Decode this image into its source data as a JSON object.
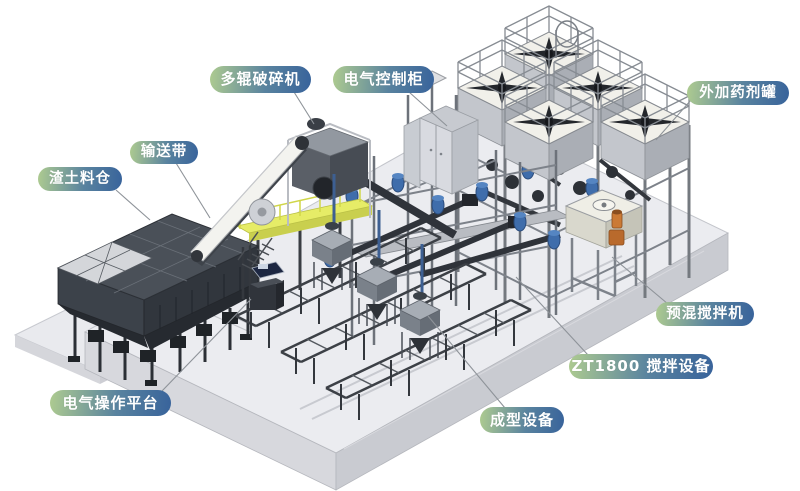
{
  "diagram": {
    "type": "isometric-equipment-layout",
    "callouts": {
      "muck_silo": {
        "text": "渣土料仓"
      },
      "conveyor_belt": {
        "text": "输送带"
      },
      "multi_roller_crusher": {
        "text": "多辊破碎机"
      },
      "electrical_control_cabinet": {
        "text": "电气控制柜"
      },
      "additive_agent_tanks": {
        "text": "外加药剂罐"
      },
      "premix_mixer": {
        "text": "预混搅拌机"
      },
      "zt1800_mixing_equipment": {
        "text": "ZT1800 搅拌设备"
      },
      "forming_equipment": {
        "text": "成型设备"
      },
      "electrical_operation_platform": {
        "text": "电气操作平台"
      }
    },
    "colors": {
      "background": "#ffffff",
      "label_gradient_start": "#aecb90",
      "label_gradient_end": "#38639b",
      "label_text": "#ffffff",
      "platform_top": "#ebecf0",
      "platform_side_left": "#d7d8dd",
      "platform_side_right": "#c9cbd1",
      "hopper_body_dark": "#353a41",
      "walkway_yellow": "#e6ec67",
      "motor_blue": "#3f6dab",
      "mixer_motor_orange": "#cb7a35",
      "machine_gray": "#9aa0a8",
      "tank_top_ivory": "#f1f0ea",
      "leader_line": "#8e9399"
    }
  }
}
